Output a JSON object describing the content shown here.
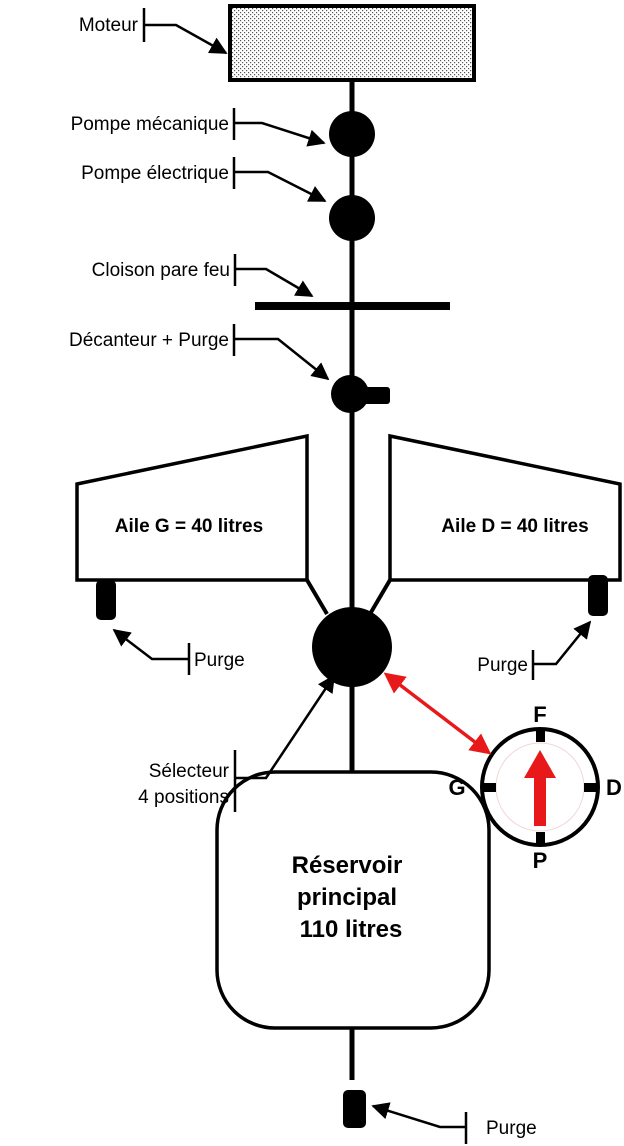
{
  "labels": {
    "moteur": "Moteur",
    "pompe_mecanique": "Pompe mécanique",
    "pompe_electrique": "Pompe électrique",
    "cloison": "Cloison pare feu",
    "decanteur": "Décanteur + Purge",
    "purge_left": "Purge",
    "purge_right": "Purge",
    "purge_bottom": "Purge",
    "selecteur_line1": "Sélecteur",
    "selecteur_line2": "4 positions"
  },
  "tanks": {
    "left_wing": "Aile G = 40 litres",
    "right_wing": "Aile D = 40 litres",
    "main_line1": "Réservoir",
    "main_line2": "principal",
    "main_line3": "110 litres"
  },
  "selector_dial": {
    "top": "F",
    "left": "G",
    "right": "D",
    "bottom": "P"
  },
  "colors": {
    "arrow": "#e8191a",
    "line": "#000000"
  }
}
